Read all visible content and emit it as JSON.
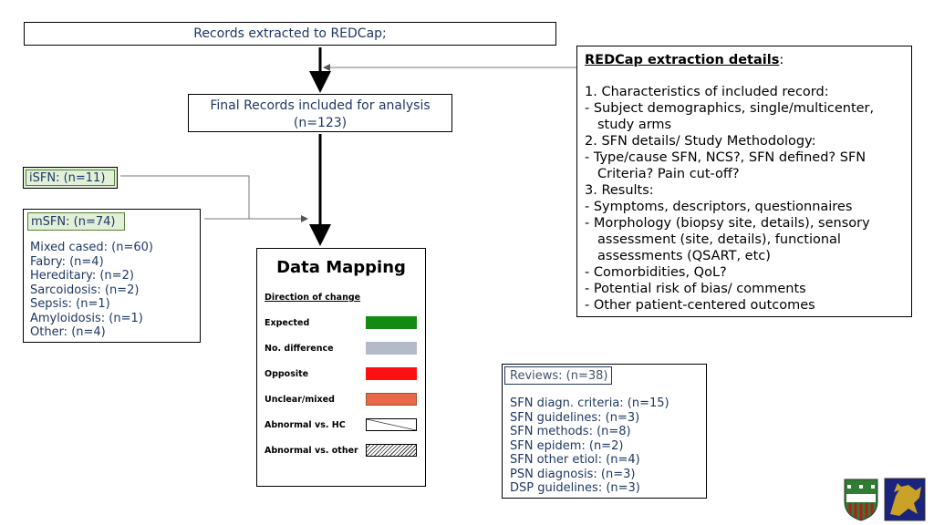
{
  "top_box": {
    "text": "Records extracted to REDCap;"
  },
  "final_box": {
    "line1": "Final Records included for analysis",
    "line2": "(n=123)"
  },
  "details": {
    "title": "REDCap extraction details",
    "title_suffix": ":",
    "lines": [
      {
        "text": "1. Characteristics of included record:",
        "indent": false
      },
      {
        "text": "- Subject demographics, single/multicenter,",
        "indent": false
      },
      {
        "text": "study arms",
        "indent": true
      },
      {
        "text": "2. SFN details/ Study Methodology:",
        "indent": false
      },
      {
        "text": "- Type/cause SFN, NCS?, SFN defined? SFN",
        "indent": false
      },
      {
        "text": "Criteria? Pain cut-off?",
        "indent": true
      },
      {
        "text": "3. Results:",
        "indent": false
      },
      {
        "text": "- Symptoms, descriptors, questionnaires",
        "indent": false
      },
      {
        "text": "- Morphology (biopsy site, details), sensory",
        "indent": false
      },
      {
        "text": "assessment (site, details), functional",
        "indent": true
      },
      {
        "text": "assessments (QSART, etc)",
        "indent": true
      },
      {
        "text": "-    Comorbidities, QoL?",
        "indent": false
      },
      {
        "text": "- Potential risk of bias/ comments",
        "indent": false
      },
      {
        "text": "- Other patient-centered outcomes",
        "indent": false
      }
    ]
  },
  "isfn": {
    "label": "iSFN: (n=11)"
  },
  "msfn": {
    "label": "mSFN: (n=74)",
    "items": [
      "Mixed cased: (n=60)",
      "Fabry: (n=4)",
      "Hereditary: (n=2)",
      "Sarcoidosis: (n=2)",
      "Sepsis: (n=1)",
      "Amyloidosis: (n=1)",
      "Other: (n=4)"
    ]
  },
  "legend": {
    "title": "Data Mapping",
    "subtitle": "Direction of change",
    "rows": [
      {
        "label": "Expected",
        "color": "#138a14",
        "pattern": "solid"
      },
      {
        "label": "No. difference",
        "color": "#b4bac8",
        "pattern": "solid"
      },
      {
        "label": "Opposite",
        "color": "#ff1010",
        "pattern": "solid"
      },
      {
        "label": "Unclear/mixed",
        "color": "#e8684a",
        "pattern": "solid"
      },
      {
        "label": "Abnormal vs. HC",
        "color": "#ffffff",
        "pattern": "diagonal-line"
      },
      {
        "label": "Abnormal vs. other",
        "color": "#ffffff",
        "pattern": "hatched"
      }
    ]
  },
  "reviews": {
    "label": "Reviews: (n=38)",
    "items": [
      "SFN diagn. criteria: (n=15)",
      "SFN guidelines: (n=3)",
      "SFN methods: (n=8)",
      "SFN epidem: (n=2)",
      "SFN other etiol: (n=4)",
      "PSN diagnosis: (n=3)",
      "DSP guidelines: (n=3)"
    ]
  },
  "logos": [
    {
      "icon": "shield-crest-icon",
      "colors": [
        "#2e7d32",
        "#ffffff",
        "#b71c1c"
      ]
    },
    {
      "icon": "griffin-crest-icon",
      "colors": [
        "#1a237e",
        "#c9a227"
      ]
    }
  ]
}
